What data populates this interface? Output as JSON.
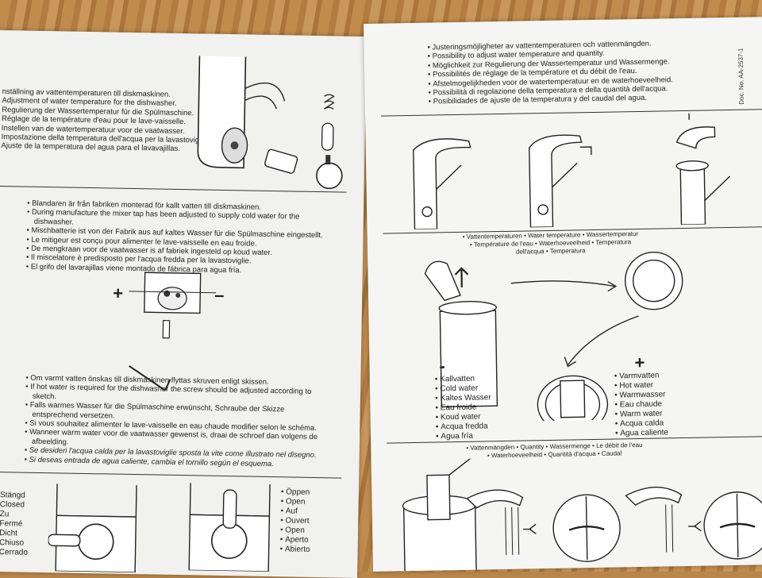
{
  "left": {
    "section1": [
      "nställning av vattentemperaturen till diskmaskinen.",
      "Adjustment of water temperature for the dishwasher.",
      "Regulierung der Wassertemperatur für die Spülmaschine.",
      "Réglage de la température d'eau pour le lave-vaisselle.",
      "Instellen van de watertemperatuur voor de vaatwasser.",
      "Impostazione della temperatura dell'acqua per la lavastoviglie.",
      "Ajuste de la temperatura del agua para el lavavajillas."
    ],
    "section2": [
      "Blandaren är från fabriken monterad för kallt vatten till diskmaskinen.",
      "During manufacture the mixer tap has been adjusted to supply cold water for the",
      "dishwasher.",
      "Mischbatterie ist von der Fabrik aus auf kaltes Wasser für die Spülmaschine eingestellt.",
      "Le mitigeur est conçu pour alimenter le lave-vaisselle en eau froide.",
      "De mengkraan voor de vaatwasser is af fabriek ingesteld op koud water.",
      "Il miscelatore è predisposto per l'acqua fredda per la lavastoviglie.",
      "El grifo del lavarajillas viene montado de fábrica para agua fría."
    ],
    "plus": "+",
    "minus": "–",
    "section3": [
      "Om varmt vatten önskas till diskmaskinen flyttas skruven enligt skissen.",
      "If hot water is required for the dishwasher the screw should be adjusted according to",
      "sketch.",
      "Falls warmes Wasser für die Spülmaschine erwünscht, Schraube der Skizze",
      "entsprechend versetzen.",
      "Si vous souhaitez alimenter le lave-vaisselle en eau chaude modifier selon le schéma.",
      "Wanneer warm water voor de vaatwasser gewenst is, draai de schroef dan volgens de",
      "afbeelding.",
      "Se desideri l'acqua calda per la lavastoviglie sposta la vite come illustrato nel disegno.",
      "Si deseas entrada de agua caliente, cambia el tornillo según el esquema."
    ],
    "closed": [
      "Stängd",
      "Closed",
      "Zu",
      "Fermé",
      "Dicht",
      "Chiuso",
      "Cerrado"
    ],
    "open": [
      "Öppen",
      "Open",
      "Auf",
      "Ouvert",
      "Open",
      "Aperto",
      "Abierto"
    ]
  },
  "right": {
    "section1": [
      "Justeringsmöjligheter av vattentemperaturen och vattenmängden.",
      "Possibility to adjust water temperature and quantity.",
      "Möglichkeit zur Regulierung der Wassertemperatur und Wassermenge.",
      "Possibilités de réglage de la température et du débit de l'eau.",
      "Afstelmogelijkheden voor de watertemperatuur en de waterhoeveelheid.",
      "Possibilità di regolazione della temperatura e della quantità dell'acqua.",
      "Posibilidades de ajuste de la temperatura y del caudal del agua."
    ],
    "doc_no": "Doc. No. AA-2537-1",
    "temp_caption": [
      "• Vattentemperaturen • Water temperature • Wassertemperatur",
      "• Température de l'eau • Waterhoeveelheid • Temperatura",
      "dell'acqua • Temperatura"
    ],
    "minus": "-",
    "plus": "+",
    "cold": [
      "Kallvatten",
      "Cold water",
      "Kaltes Wasser",
      "Eau froide",
      "Koud water",
      "Acqua fredda",
      "Agua fría"
    ],
    "hot": [
      "Varmvatten",
      "Hot water",
      "Warmwasser",
      "Eau chaude",
      "Warm water",
      "Acqua calda",
      "Agua caliente"
    ],
    "qty_caption": [
      "• Vattenmängden • Quantity • Wassermenge • Le débit de l'eau",
      "• Waterhoeveelheid • Quantità d'acqua • Caudal"
    ]
  }
}
